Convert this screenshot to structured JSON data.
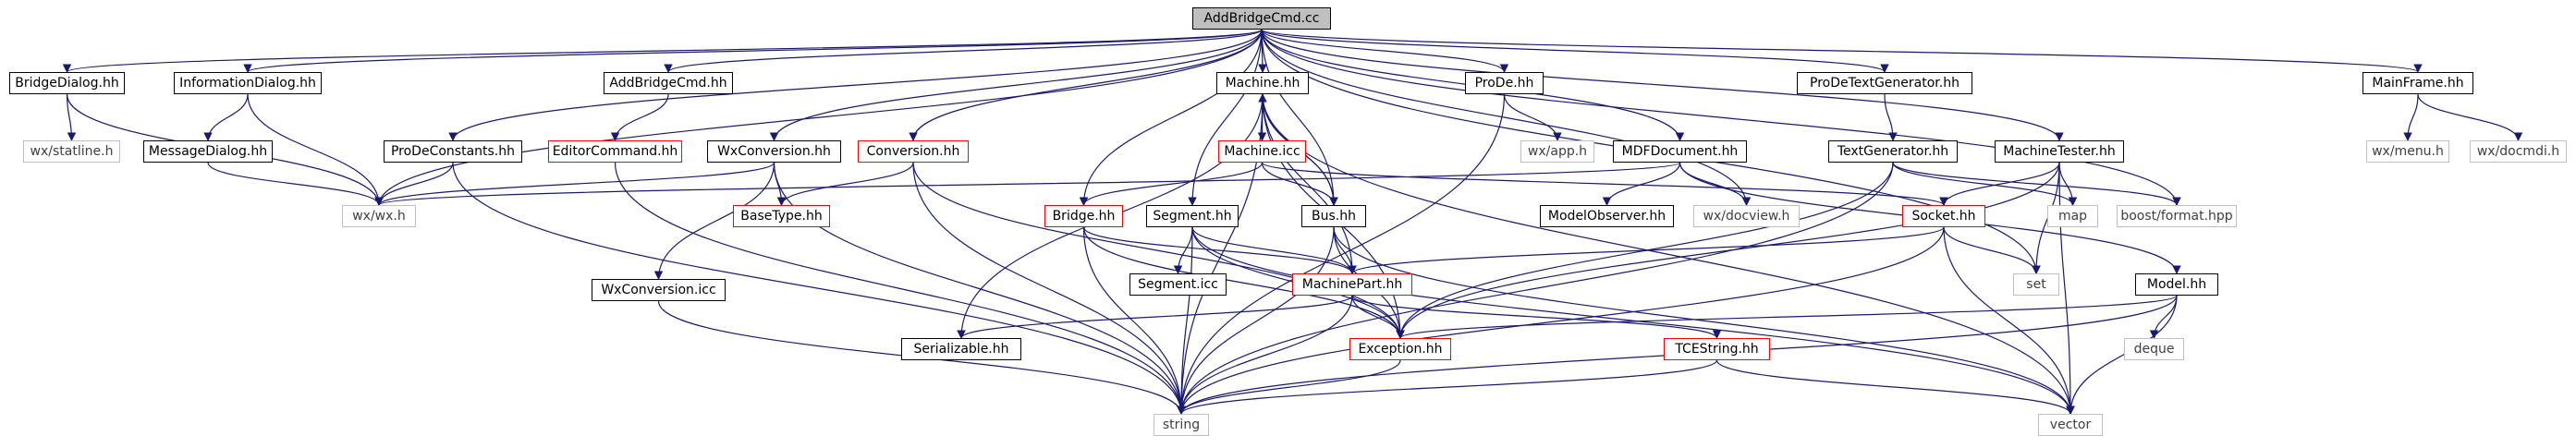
{
  "diagram": {
    "colors": {
      "edge": "#191970",
      "root_fill": "#bfbfbf",
      "missing_border": "#ff0000",
      "external_border": "#bfbfbf"
    },
    "nodes": {
      "root": "AddBridgeCmd.cc",
      "bridge_dialog_hh": "BridgeDialog.hh",
      "information_dialog_hh": "InformationDialog.hh",
      "add_bridge_cmd_hh": "AddBridgeCmd.hh",
      "machine_hh": "Machine.hh",
      "prode_hh": "ProDe.hh",
      "prode_text_generator_hh": "ProDeTextGenerator.hh",
      "main_frame_hh": "MainFrame.hh",
      "wx_statline_h": "wx/statline.h",
      "message_dialog_hh": "MessageDialog.hh",
      "editor_command_hh": "EditorCommand.hh",
      "prode_constants_hh": "ProDeConstants.hh",
      "wx_conversion_hh": "WxConversion.hh",
      "conversion_hh": "Conversion.hh",
      "machine_icc": "Machine.icc",
      "wx_app_h": "wx/app.h",
      "mdf_document_hh": "MDFDocument.hh",
      "text_generator_hh": "TextGenerator.hh",
      "machine_tester_hh": "MachineTester.hh",
      "wx_menu_h": "wx/menu.h",
      "wx_docmdi_h": "wx/docmdi.h",
      "wx_wx_h": "wx/wx.h",
      "base_type_hh": "BaseType.hh",
      "bridge_hh": "Bridge.hh",
      "segment_hh": "Segment.hh",
      "bus_hh": "Bus.hh",
      "model_observer_hh": "ModelObserver.hh",
      "wx_docview_h": "wx/docview.h",
      "socket_hh": "Socket.hh",
      "map": "map",
      "boost_format_hpp": "boost/format.hpp",
      "segment_icc": "Segment.icc",
      "machine_part_hh": "MachinePart.hh",
      "set": "set",
      "model_hh": "Model.hh",
      "wx_conversion_icc": "WxConversion.icc",
      "serializable_hh": "Serializable.hh",
      "exception_hh": "Exception.hh",
      "tcestring_hh": "TCEString.hh",
      "deque": "deque",
      "string": "string",
      "vector": "vector"
    }
  }
}
